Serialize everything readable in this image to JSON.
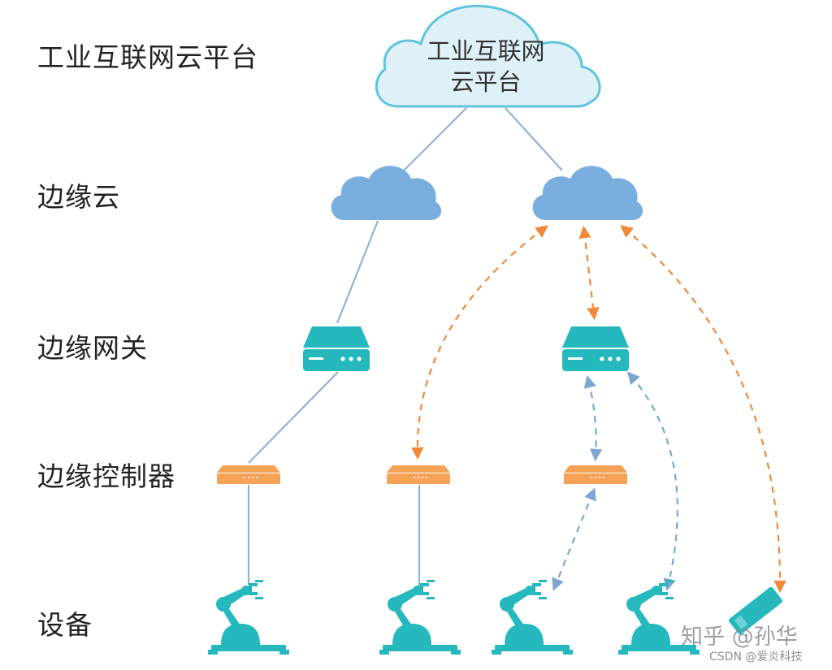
{
  "tiers": [
    {
      "label": "工业互联网云平台"
    },
    {
      "label": "边缘云"
    },
    {
      "label": "边缘网关"
    },
    {
      "label": "边缘控制器"
    },
    {
      "label": "设备"
    }
  ],
  "platform_cloud": {
    "line1": "工业互联网",
    "line2": "云平台"
  },
  "colors": {
    "platform_cloud_fill": "#dff1f8",
    "platform_cloud_stroke": "#5fc3dc",
    "edge_cloud": "#7aaede",
    "gateway": "#25b9be",
    "controller": "#f6a256",
    "device": "#25b9be",
    "solid_link": "#8fb3d8",
    "orange_link": "#f0893a",
    "blue_link": "#7ea6d2"
  },
  "icons": {
    "platform": "cloud-icon",
    "edge_cloud": "cloud-icon",
    "gateway": "gateway-router-icon",
    "controller": "controller-box-icon",
    "device": "robot-arm-icon"
  },
  "watermarks": {
    "zhihu": "知乎 @孙华",
    "csdn": "CSDN @爱炎科技"
  }
}
